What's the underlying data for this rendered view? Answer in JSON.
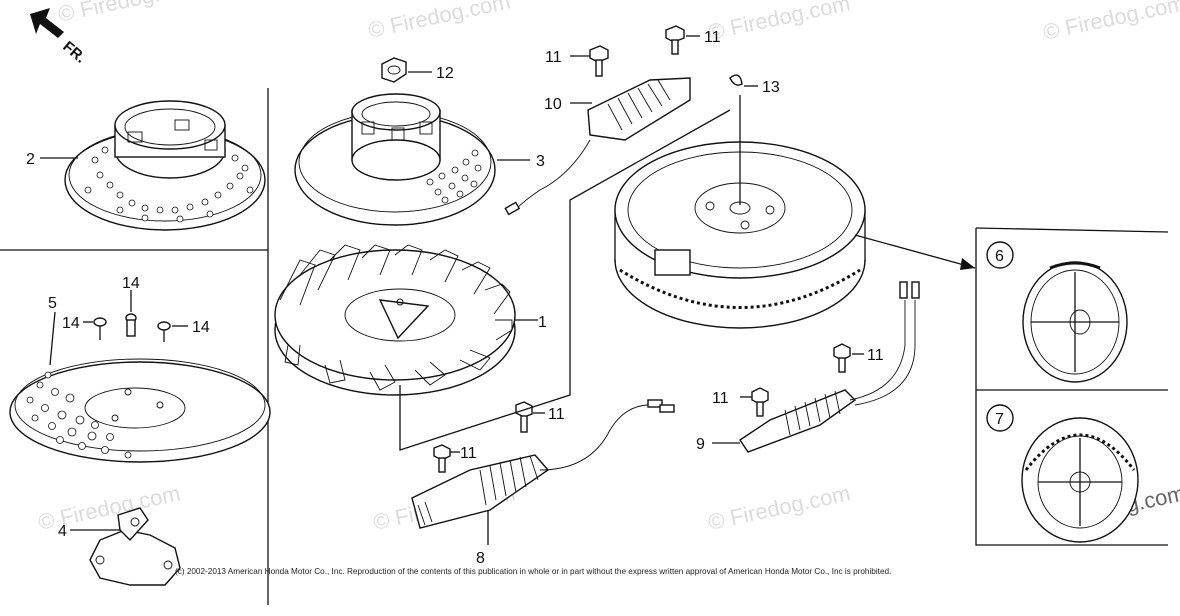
{
  "direction_label": "FR.",
  "callouts": {
    "c1": "1",
    "c2": "2",
    "c3": "3",
    "c4": "4",
    "c5": "5",
    "c6": "6",
    "c7": "7",
    "c8": "8",
    "c9": "9",
    "c10": "10",
    "c11a": "11",
    "c11b": "11",
    "c11c": "11",
    "c11d": "11",
    "c11e": "11",
    "c11f": "11",
    "c12": "12",
    "c13": "13",
    "c14a": "14",
    "c14b": "14",
    "c14c": "14"
  },
  "watermark": "© Firedog.com",
  "copyright": "(c) 2002-2013 American Honda Motor Co., Inc. Reproduction of the contents of this publication in whole or in part without the express written approval of American Honda Motor Co., Inc is prohibited."
}
